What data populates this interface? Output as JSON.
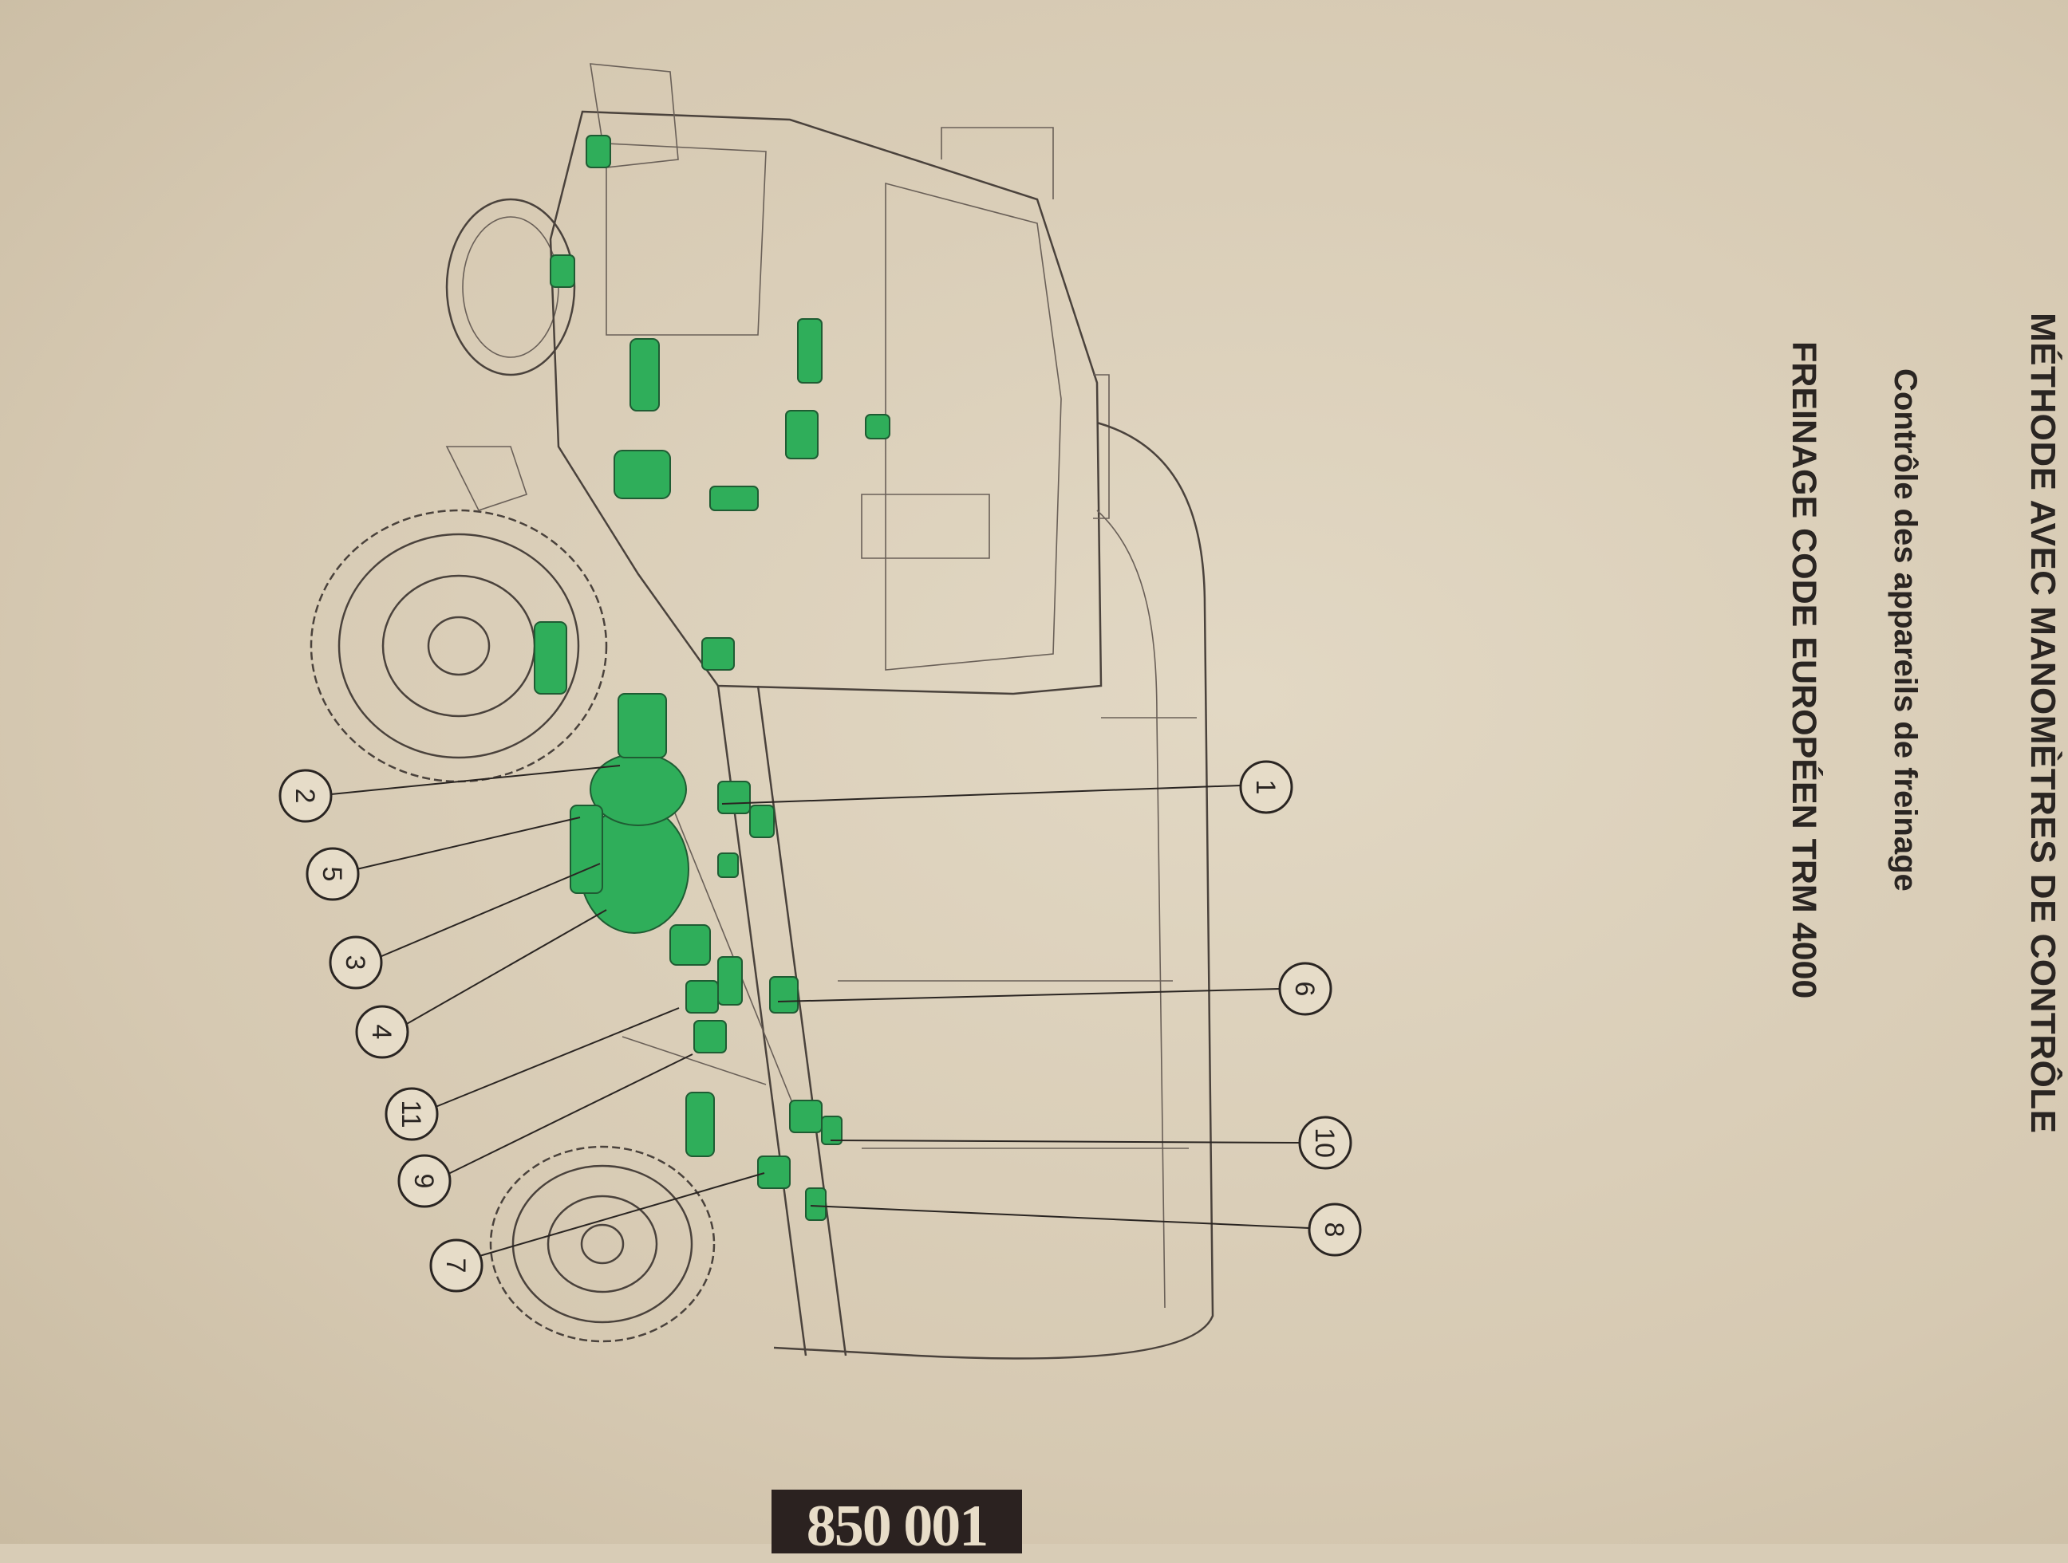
{
  "header": {
    "title": "MÉTHODE AVEC MANOMÈTRES DE CONTRÔLE",
    "subtitle": "Contrôle des appareils de freinage",
    "section": "FREINAGE CODE EUROPÉEN TRM 4000"
  },
  "page_number": "850 001",
  "figure": {
    "highlight_color": "#2fae5a",
    "callouts": [
      "1",
      "2",
      "3",
      "4",
      "5",
      "6",
      "7",
      "8",
      "9",
      "10",
      "11"
    ]
  }
}
